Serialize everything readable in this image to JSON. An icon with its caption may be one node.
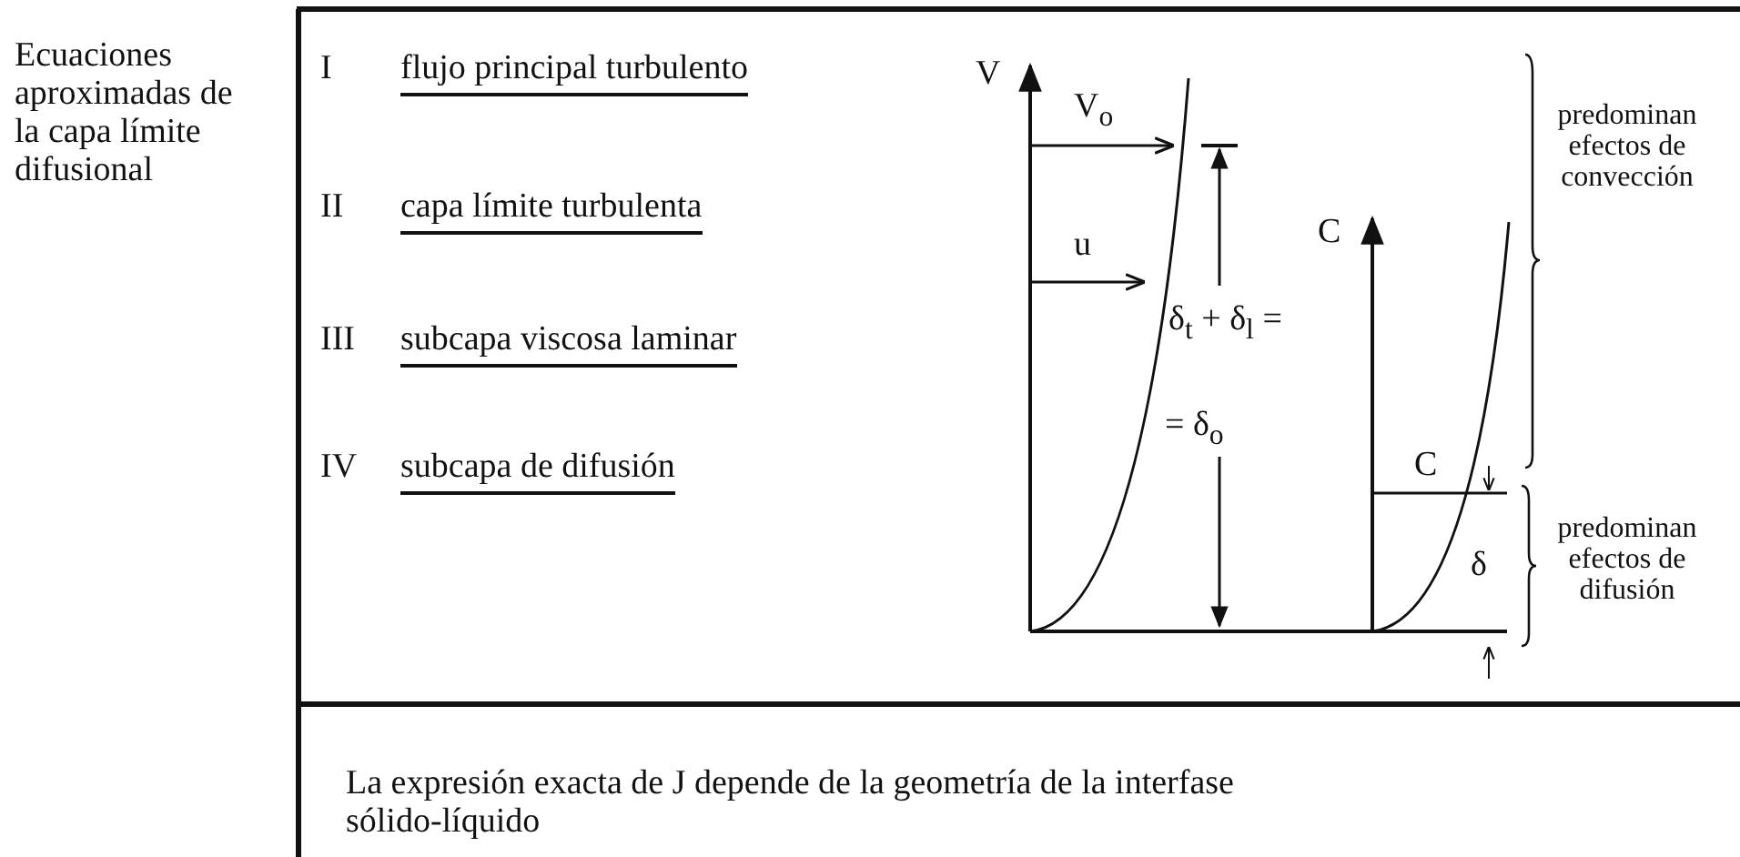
{
  "diagram": {
    "labels": [
      "Ecuaciones aproximadas de la capa límite difusional",
      "I",
      "flujo principal turbulento",
      "V",
      "V$_{o}$",
      "II",
      "capa límite turbulenta",
      "u",
      "δ$_{t}$ + δ$_{l}$ =",
      "C",
      "III",
      "subcapa viscosa laminar",
      "= δ$_{o}$",
      "predominan efectos de convección",
      "C",
      "IV",
      "subcapa de difusión",
      "δ",
      "predominan efectos de difusión",
      "La expresión exacta de J depende de la geometría de la interfase sólido-líquido"
    ]
  }
}
